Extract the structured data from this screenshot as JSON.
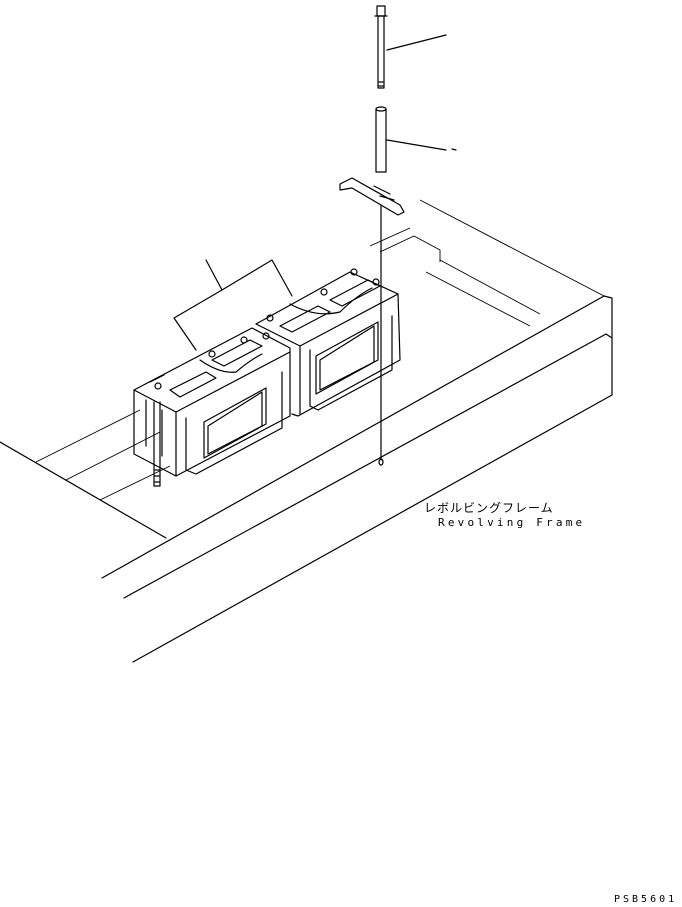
{
  "labels": {
    "frame_jp": "レボルビングフレーム",
    "frame_en": "Revolving Frame",
    "drawing_code": "PSB5601"
  },
  "colors": {
    "line": "#000000",
    "background": "#ffffff"
  }
}
